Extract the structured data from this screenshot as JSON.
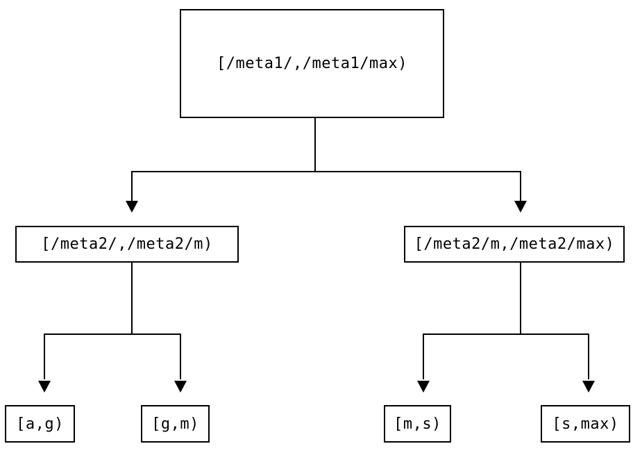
{
  "nodes": {
    "root": {
      "label": "[/meta1/,/meta1/max)"
    },
    "mid_left": {
      "label": "[/meta2/,/meta2/m)"
    },
    "mid_right": {
      "label": "[/meta2/m,/meta2/max)"
    },
    "leaf_ag": {
      "label": "[a,g)"
    },
    "leaf_gm": {
      "label": "[g,m)"
    },
    "leaf_ms": {
      "label": "[m,s)"
    },
    "leaf_smax": {
      "label": "[s,max)"
    }
  },
  "edges": [
    {
      "from": "root",
      "to": "mid_left"
    },
    {
      "from": "root",
      "to": "mid_right"
    },
    {
      "from": "mid_left",
      "to": "leaf_ag"
    },
    {
      "from": "mid_left",
      "to": "leaf_gm"
    },
    {
      "from": "mid_right",
      "to": "leaf_ms"
    },
    {
      "from": "mid_right",
      "to": "leaf_smax"
    }
  ],
  "colors": {
    "line": "#000000",
    "text": "#000000",
    "background": "#ffffff"
  }
}
